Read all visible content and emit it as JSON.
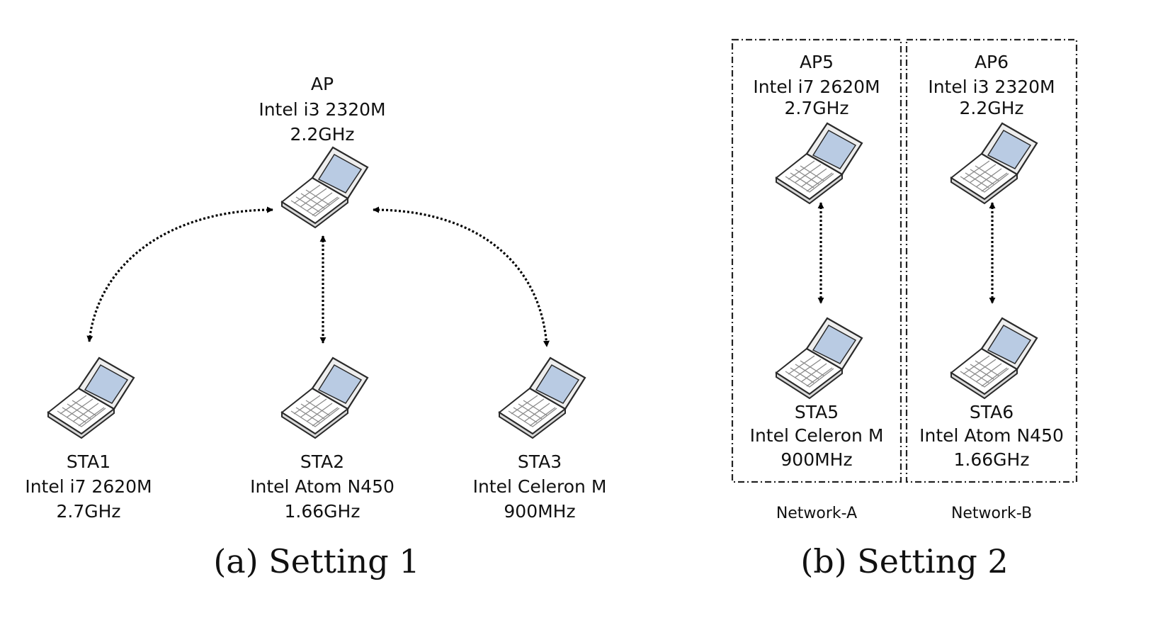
{
  "setting1": {
    "ap": {
      "line1": "AP",
      "line2": "Intel i3 2320M",
      "line3": "2.2GHz"
    },
    "sta1": {
      "line1": "STA1",
      "line2": "Intel i7 2620M",
      "line3": "2.7GHz"
    },
    "sta2": {
      "line1": "STA2",
      "line2": "Intel Atom N450",
      "line3": "1.66GHz"
    },
    "sta3": {
      "line1": "STA3",
      "line2": "Intel Celeron M",
      "line3": "900MHz"
    },
    "caption": "(a) Setting 1"
  },
  "setting2": {
    "ap5": {
      "line1": "AP5",
      "line2": "Intel i7 2620M",
      "line3": "2.7GHz"
    },
    "sta5": {
      "line1": "STA5",
      "line2": "Intel Celeron M",
      "line3": "900MHz"
    },
    "ap6": {
      "line1": "AP6",
      "line2": "Intel i3 2320M",
      "line3": "2.2GHz"
    },
    "sta6": {
      "line1": "STA6",
      "line2": "Intel Atom N450",
      "line3": "1.66GHz"
    },
    "network_a": "Network-A",
    "network_b": "Network-B",
    "caption": "(b) Setting 2"
  },
  "colors": {
    "screen": "#b9cbe3",
    "outline": "#2a2a2a",
    "body": "#ffffff"
  },
  "icons": {
    "node": "laptop-icon"
  }
}
